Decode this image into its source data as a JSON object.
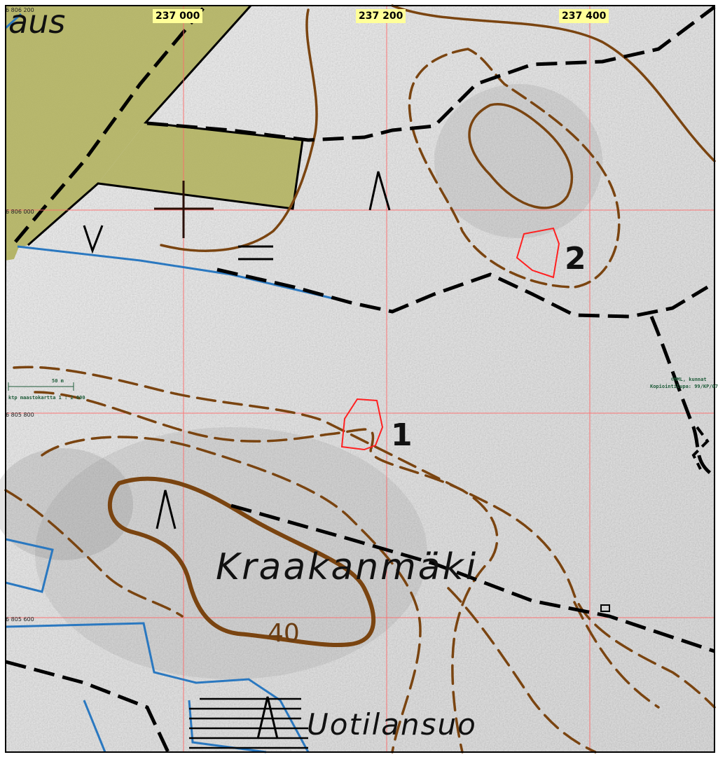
{
  "grid": {
    "easting_labels": [
      "237 000",
      "237 200",
      "237 400"
    ],
    "northing_labels": [
      "6 806 200",
      "6 806 000",
      "6 805 800",
      "6 805 600"
    ]
  },
  "place_names": {
    "top_left_fragment": "aus",
    "hill": "Kraakanmäki",
    "bog": "Uotilansuo"
  },
  "contour_label": "40",
  "sites": [
    {
      "label": "1"
    },
    {
      "label": "2"
    }
  ],
  "scale": {
    "bar_label": "50 m",
    "map_label": "ktp maastokartta 1 : 2 000"
  },
  "copyright": {
    "line1": "©MML, kunnat",
    "line2": "Kopiointilupa: 99/KP/07"
  },
  "colors": {
    "contour": "#7a4410",
    "water": "#2a78c0",
    "site_outline": "#ff2020",
    "field": "#b4b468",
    "grid": "#ff6a6a"
  }
}
